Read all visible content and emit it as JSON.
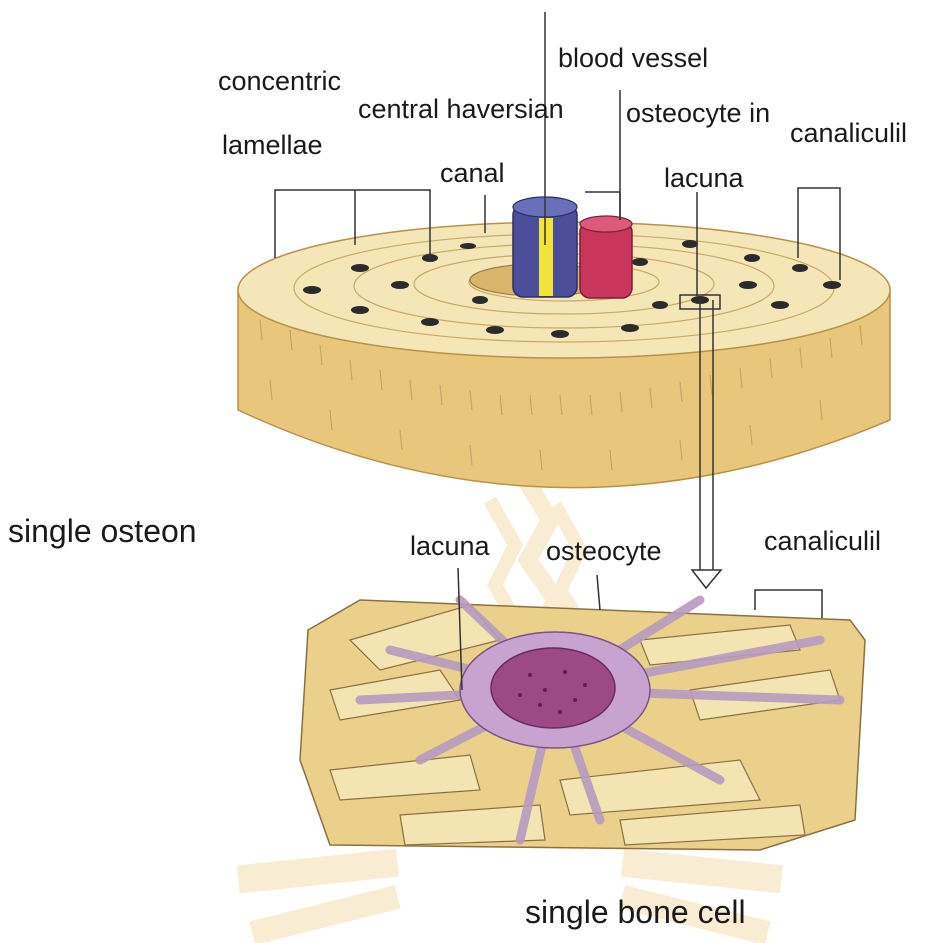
{
  "labels": {
    "concentric": "concentric",
    "lamellae": "lamellae",
    "central_haversian": "central haversian",
    "canal": "canal",
    "blood_vessel": "blood  vessel",
    "osteocyte_in": "osteocyte in",
    "lacuna_top": "lacuna",
    "canaliculi_top": "canaliculil",
    "single_osteon": "single osteon",
    "lacuna_bottom": "lacuna",
    "osteocyte_bottom": "osteocyte",
    "canaliculi_bottom": "canaliculil",
    "single_bone_cell": "single bone cell"
  },
  "colors": {
    "bone_top": "#f3e3b0",
    "bone_side": "#e9c77c",
    "lacunae": "#2b2b2b",
    "vessel_blue": "#4b4f9a",
    "vessel_red": "#c8365c",
    "nerve_yellow": "#f2e33a",
    "cell_purple": "#b07ab8",
    "nucleus": "#9c4a86",
    "matrix": "#f1dfa6",
    "watermark": "#f3dcae"
  }
}
